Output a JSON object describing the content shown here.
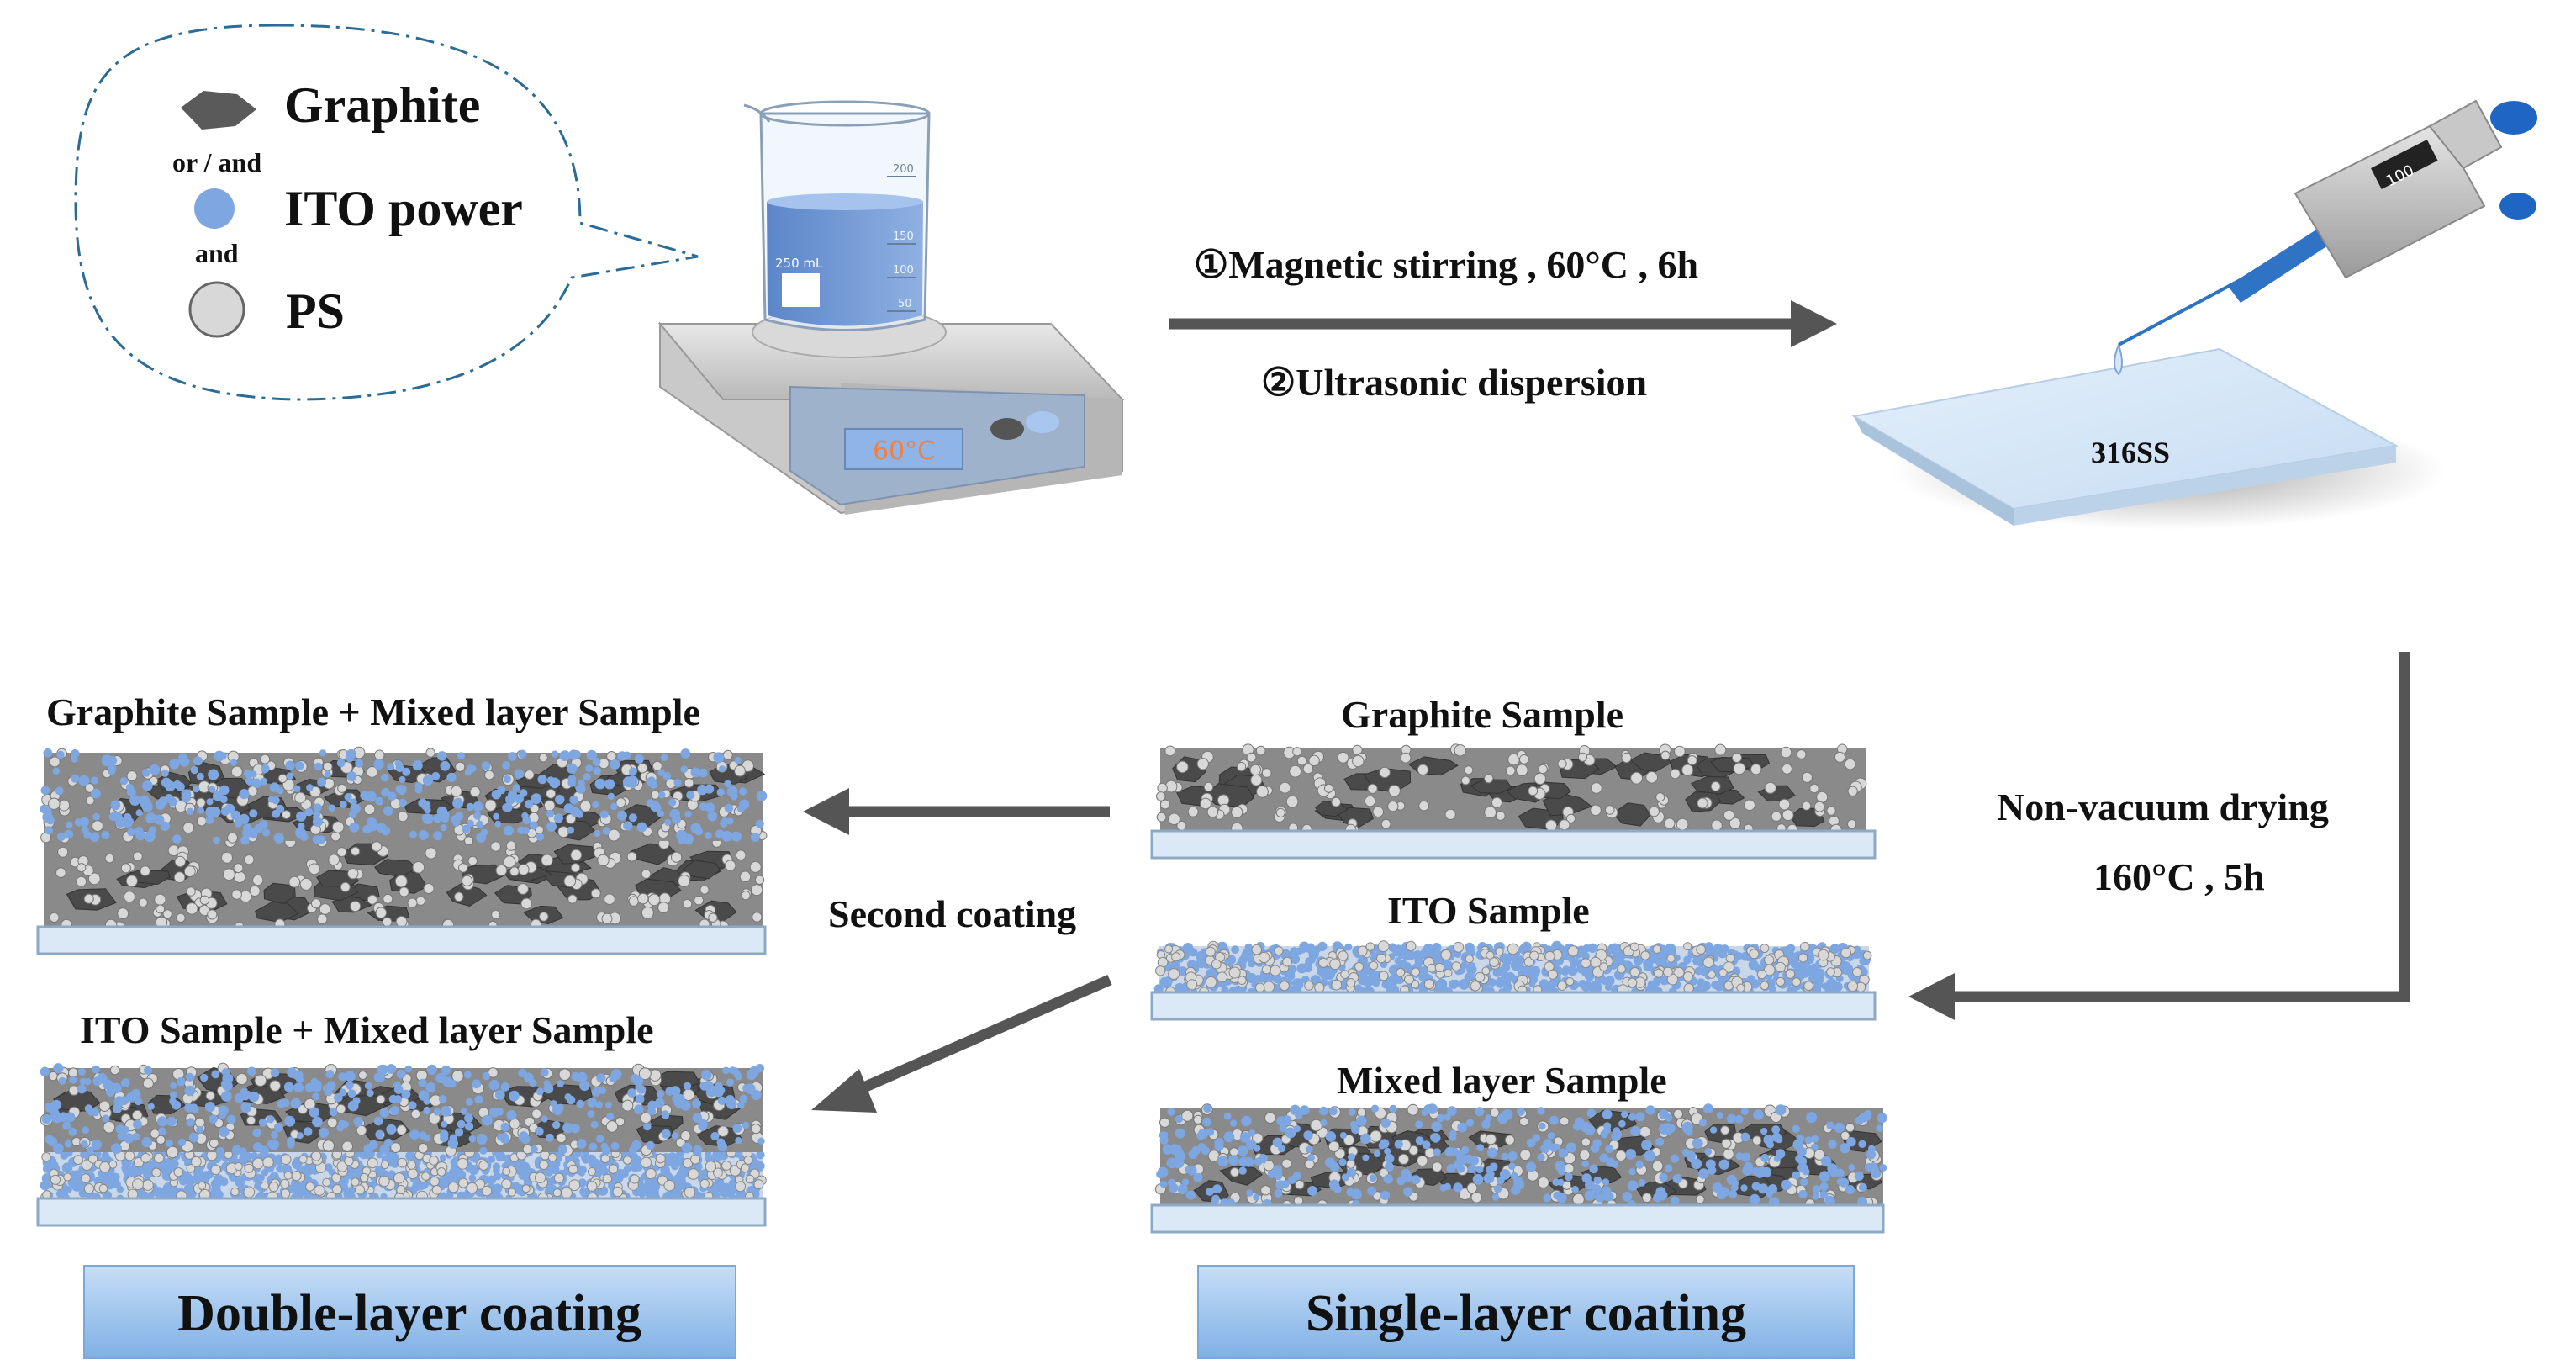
{
  "legend": {
    "graphite": "Graphite",
    "or_and": "or / and",
    "ito": "ITO power",
    "and": "and",
    "ps": "PS"
  },
  "beaker": {
    "volume": "250 mL",
    "ticks": [
      "200",
      "150",
      "100",
      "50"
    ]
  },
  "stirrer": {
    "display": "60°C"
  },
  "pipette": {
    "display": "100"
  },
  "substrate": {
    "label": "316SS"
  },
  "process": {
    "step1": "①Magnetic stirring , 60°C , 6h",
    "step2": "②Ultrasonic dispersion",
    "drying_line1": "Non-vacuum drying",
    "drying_line2": "160°C , 5h",
    "second_coating": "Second coating"
  },
  "samples": {
    "graphite": "Graphite Sample",
    "ito": "ITO Sample",
    "mixed": "Mixed layer Sample",
    "graphite_mixed": "Graphite Sample + Mixed layer Sample",
    "ito_mixed": "ITO Sample + Mixed layer Sample"
  },
  "captions": {
    "double": "Double-layer coating",
    "single": "Single-layer coating"
  },
  "colors": {
    "graphite": "#4a4a4a",
    "ito": "#7ea6e0",
    "ps": "#d8d8d8",
    "substrate": "#dbe9f6",
    "arrow": "#555555",
    "caption_box": "#a9cbef"
  }
}
